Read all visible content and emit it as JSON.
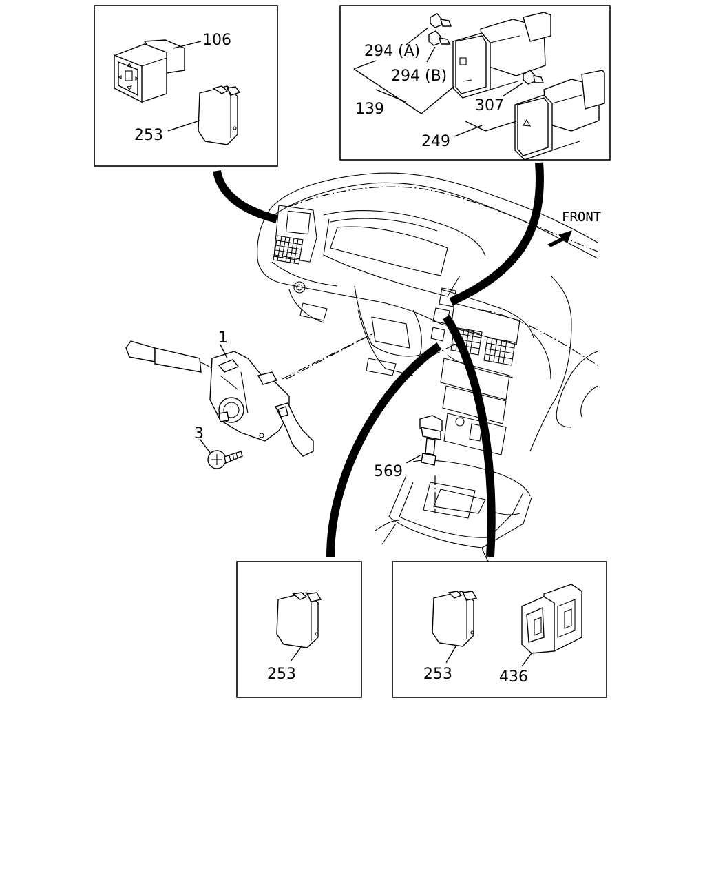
{
  "labels": {
    "front": "FRONT",
    "p106": "106",
    "p253_top": "253",
    "p294a": "294 (A)",
    "p294b": "294 (B)",
    "p139": "139",
    "p307": "307",
    "p249": "249",
    "p1": "1",
    "p3": "3",
    "p569": "569",
    "p253_bottom_left": "253",
    "p253_bottom_right": "253",
    "p436": "436"
  },
  "icons": {
    "front_arrow": "arrow-up-right-icon",
    "hazard": "warning-triangle-icon"
  }
}
